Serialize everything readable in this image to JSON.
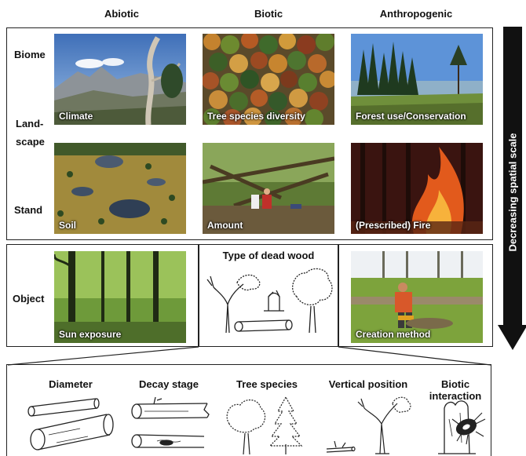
{
  "columns": {
    "abiotic": "Abiotic",
    "biotic": "Biotic",
    "anthropogenic": "Anthropogenic"
  },
  "rows": {
    "biome": "Biome",
    "landscape_1": "Land-",
    "landscape_2": "scape",
    "stand": "Stand",
    "object": "Object"
  },
  "captions": {
    "climate": "Climate",
    "tree_species_diversity": "Tree species diversity",
    "forest_use": "Forest use/Conservation",
    "soil": "Soil",
    "amount": "Amount",
    "fire": "(Prescribed) Fire",
    "sun_exposure": "Sun exposure",
    "type_of_dead_wood": "Type of dead wood",
    "creation_method": "Creation method"
  },
  "scale_label": "Decreasing spatial scale",
  "dead_wood_attributes": [
    "Diameter",
    "Decay stage",
    "Tree species",
    "Vertical position",
    "Biotic interaction"
  ]
}
